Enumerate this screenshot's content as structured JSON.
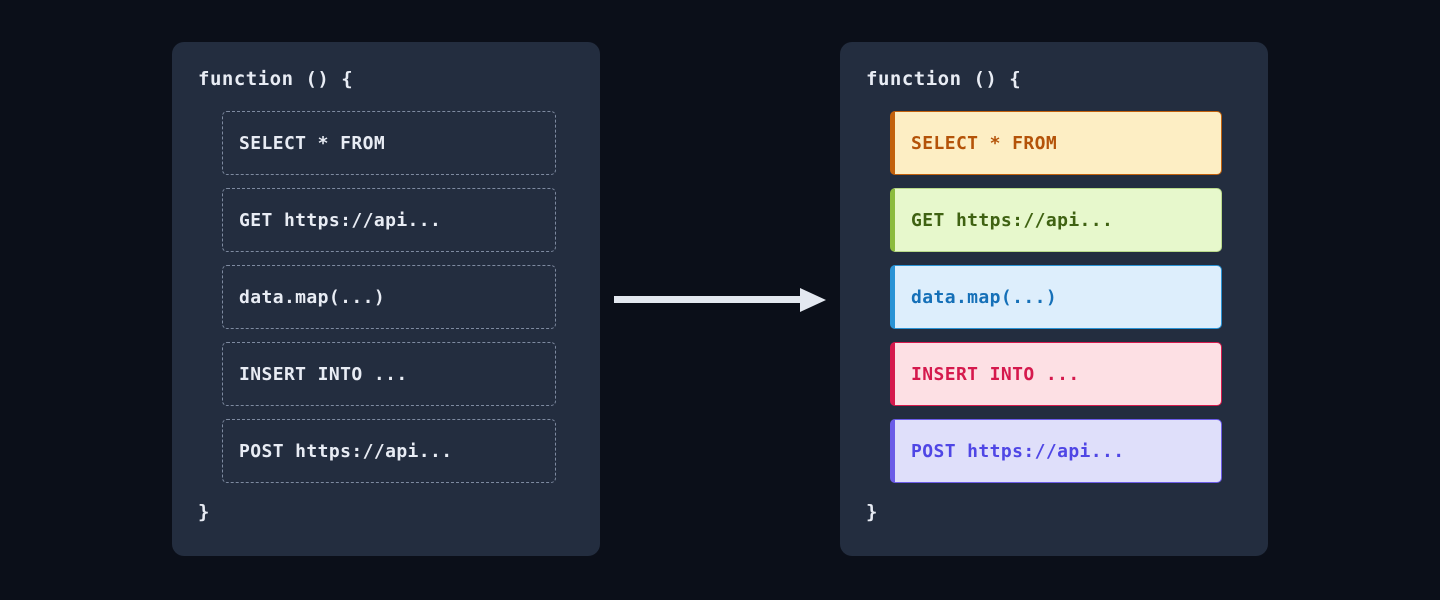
{
  "page": {
    "background_color": "#0b0f19",
    "panel_background_color": "#232d3f"
  },
  "arrow": {
    "icon": "arrow-right-icon",
    "color": "#e3e8f0",
    "direction": "right"
  },
  "before_panel": {
    "name": "untagged-code-panel",
    "function_open": "function () {",
    "function_close": "}",
    "text_color": "#e8ecf4",
    "border_style": "dashed",
    "border_color": "#7e8aa0",
    "rows": [
      {
        "label": "SELECT * FROM"
      },
      {
        "label": "GET https://api..."
      },
      {
        "label": "data.map(...)"
      },
      {
        "label": "INSERT INTO ..."
      },
      {
        "label": "POST https://api..."
      }
    ]
  },
  "after_panel": {
    "name": "tagged-code-panel",
    "function_open": "function () {",
    "function_close": "}",
    "rows": [
      {
        "label": "SELECT * FROM",
        "kind": "sql-select",
        "background_color": "#fdeec4",
        "text_color": "#b45309",
        "accent_color": "#c2610c",
        "border_color": "#c2610c"
      },
      {
        "label": "GET https://api...",
        "kind": "http-get",
        "background_color": "#e7f8cc",
        "text_color": "#3f6212",
        "accent_color": "#8cbb3f",
        "border_color": "#b9d98a"
      },
      {
        "label": "data.map(...)",
        "kind": "js-transform",
        "background_color": "#ddeefc",
        "text_color": "#1570b8",
        "accent_color": "#2a93d5",
        "border_color": "#2a93d5"
      },
      {
        "label": "INSERT INTO ...",
        "kind": "sql-insert",
        "background_color": "#fde0e4",
        "text_color": "#d5194d",
        "accent_color": "#d5194d",
        "border_color": "#d5194d"
      },
      {
        "label": "POST https://api...",
        "kind": "http-post",
        "background_color": "#dfdffa",
        "text_color": "#4f46e5",
        "accent_color": "#6b5ce7",
        "border_color": "#6b5ce7"
      }
    ]
  }
}
